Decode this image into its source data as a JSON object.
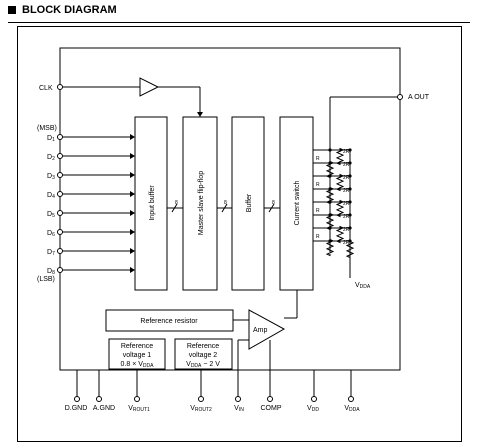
{
  "heading": "BLOCK DIAGRAM",
  "pins": {
    "clk": "CLK",
    "msb": "(MSB)",
    "lsb": "(LSB)",
    "d_prefix": "D",
    "d_subs": [
      "1",
      "2",
      "3",
      "4",
      "5",
      "6",
      "7",
      "8"
    ],
    "aout": "A OUT",
    "dgnd": "D.GND",
    "agnd": "A.GND",
    "vrout1_main": "V",
    "vrout1_sub": "ROUT1",
    "vrout2_main": "V",
    "vrout2_sub": "ROUT2",
    "vin_main": "V",
    "vin_sub": "IN",
    "comp": "COMP",
    "vdd_main": "V",
    "vdd_sub": "DD",
    "vdda_main": "V",
    "vdda_sub": "DDA"
  },
  "blocks": {
    "input_buffer": "Input buffer",
    "flipflop": "Master slave flip-flop",
    "buffer": "Buffer",
    "current_switch": "Current switch",
    "reference_resistor": "Reference resistor",
    "amp": "Amp",
    "refv1_line1": "Reference",
    "refv1_line2": "voltage 1",
    "refv1_line3_pre": "0.8 × V",
    "refv1_line3_sub": "DDA",
    "refv2_line1": "Reference",
    "refv2_line2": "voltage 2",
    "refv2_line3_pre": "V",
    "refv2_line3_sub": "DDA",
    "refv2_line3_post": " − 2 V"
  },
  "bus": {
    "width": "8"
  },
  "ladder": {
    "r": "R",
    "two_r": "2R",
    "vdda_main": "V",
    "vdda_sub": "DDA"
  }
}
